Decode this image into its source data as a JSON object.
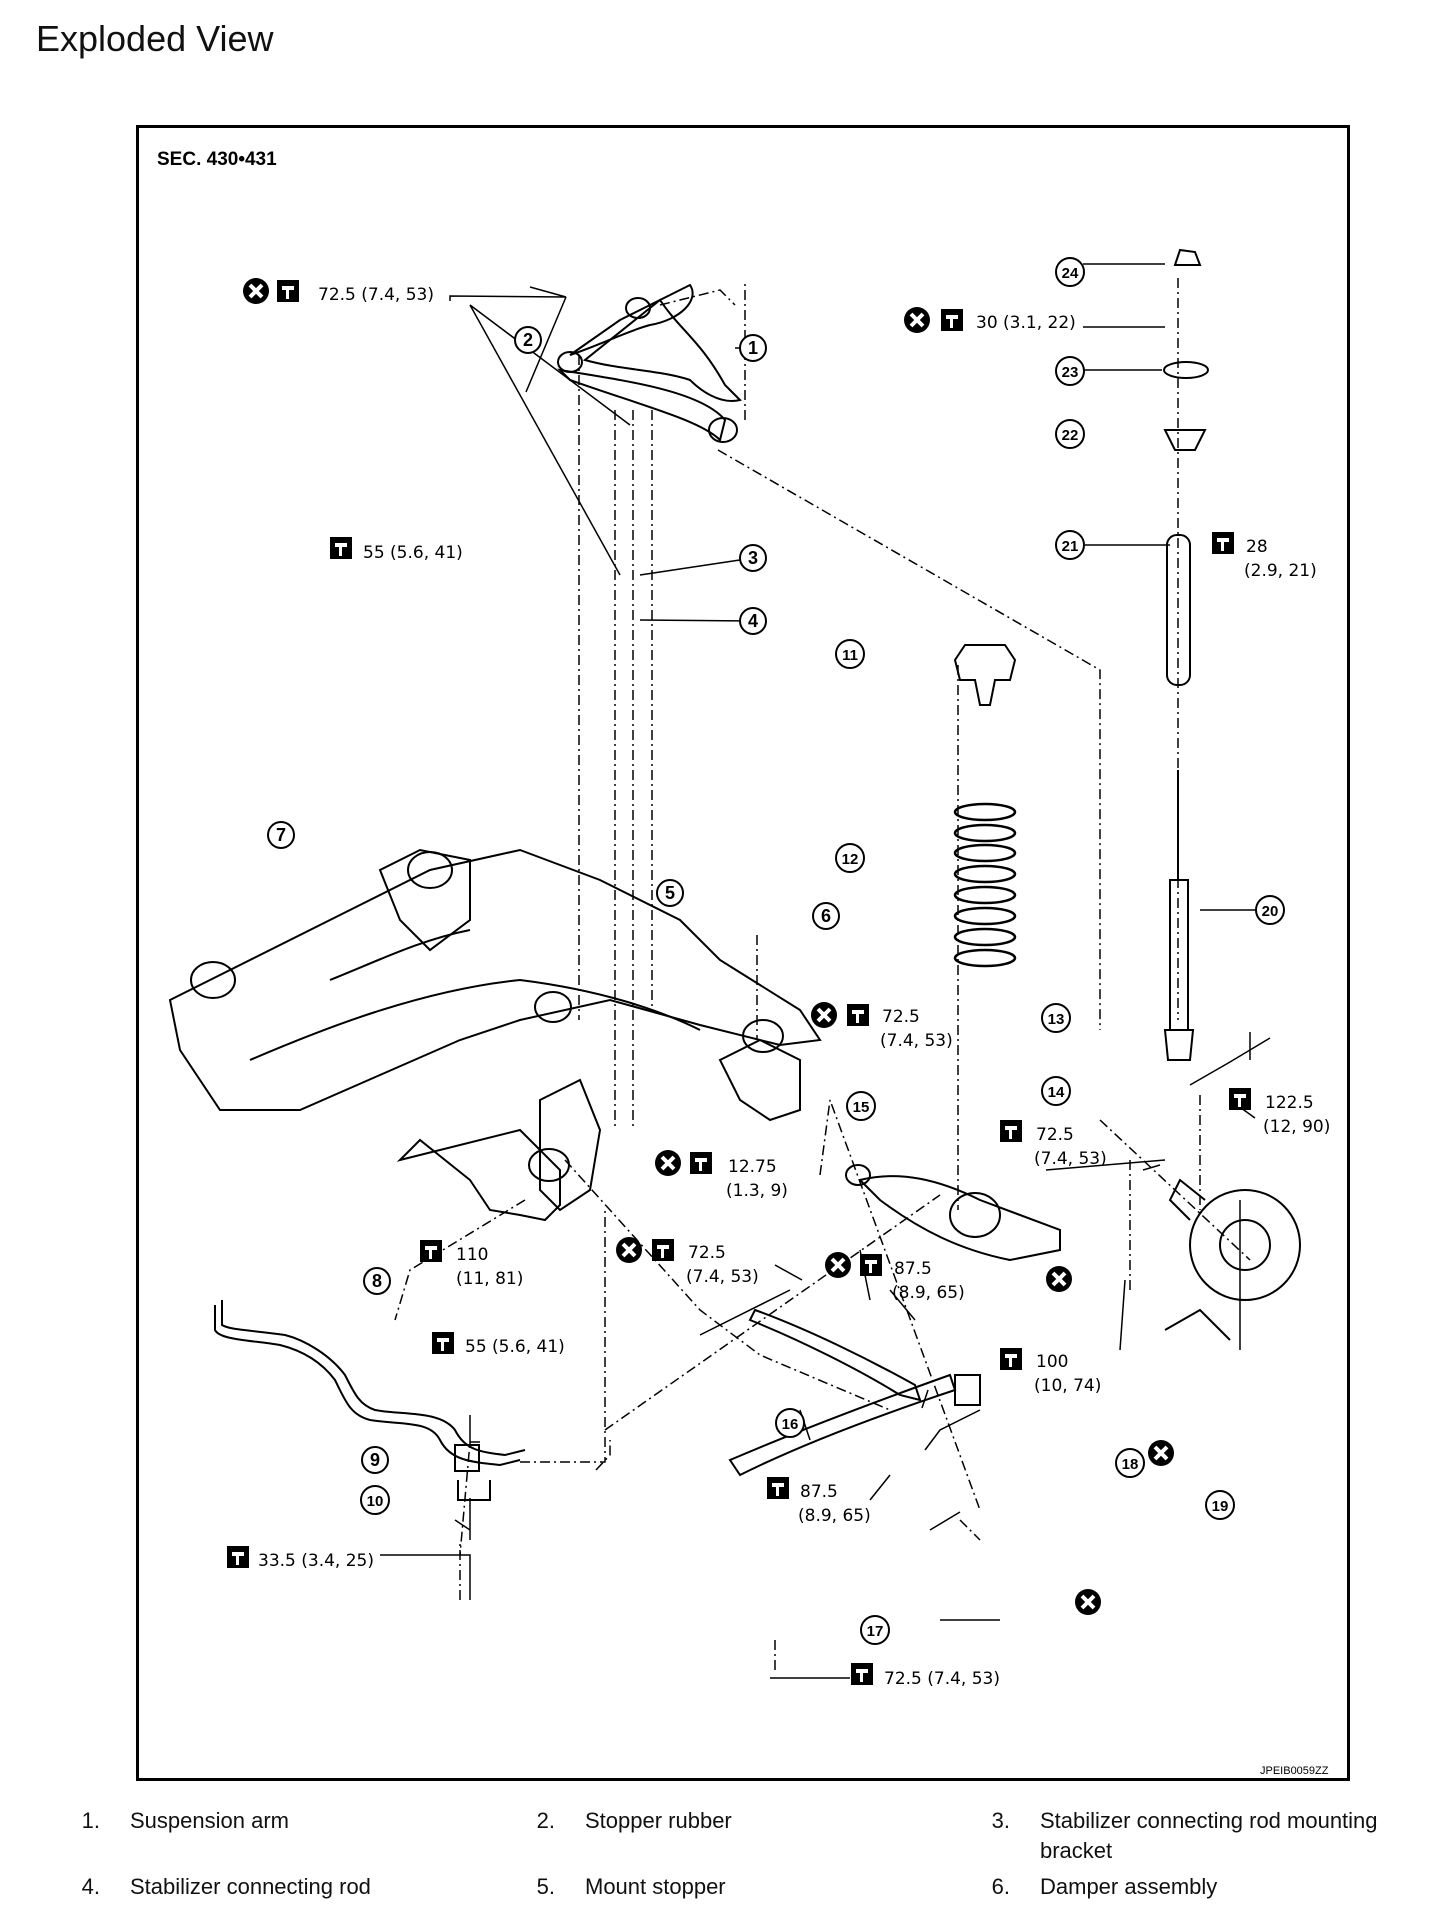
{
  "page": {
    "title": "Exploded View"
  },
  "diagram": {
    "section_label": "SEC. 430•431",
    "image_code": "JPEIB0059ZZ",
    "torques": [
      "72.5 (7.4, 53)",
      "55 (5.6, 41)",
      "72.5",
      "(7.4, 53)",
      "12.75",
      "(1.3, 9)",
      "110",
      "(11, 81)",
      "55 (5.6, 41)",
      "33.5 (3.4, 25)",
      "72.5",
      "(7.4, 53)",
      "87.5",
      "(8.9, 65)",
      "72.5",
      "(7.4, 53)",
      "87.5",
      "(8.9, 65)",
      "72.5 (7.4, 53)",
      "30 (3.1, 22)",
      "28",
      "(2.9, 21)",
      "122.5",
      "(12, 90)",
      "100",
      "(10, 74)"
    ],
    "callouts": [
      "1",
      "2",
      "3",
      "4",
      "5",
      "6",
      "7",
      "8",
      "9",
      "10",
      "11",
      "12",
      "13",
      "14",
      "15",
      "16",
      "17",
      "18",
      "19",
      "20",
      "21",
      "22",
      "23",
      "24"
    ]
  },
  "legend": [
    {
      "num": "1.",
      "text": "Suspension arm"
    },
    {
      "num": "2.",
      "text": "Stopper rubber"
    },
    {
      "num": "3.",
      "text": "Stabilizer connecting rod mounting bracket"
    },
    {
      "num": "4.",
      "text": "Stabilizer connecting rod"
    },
    {
      "num": "5.",
      "text": "Mount stopper"
    },
    {
      "num": "6.",
      "text": "Damper assembly"
    }
  ],
  "icons": [
    "torque-wrench-icon",
    "do-not-reuse-icon"
  ]
}
